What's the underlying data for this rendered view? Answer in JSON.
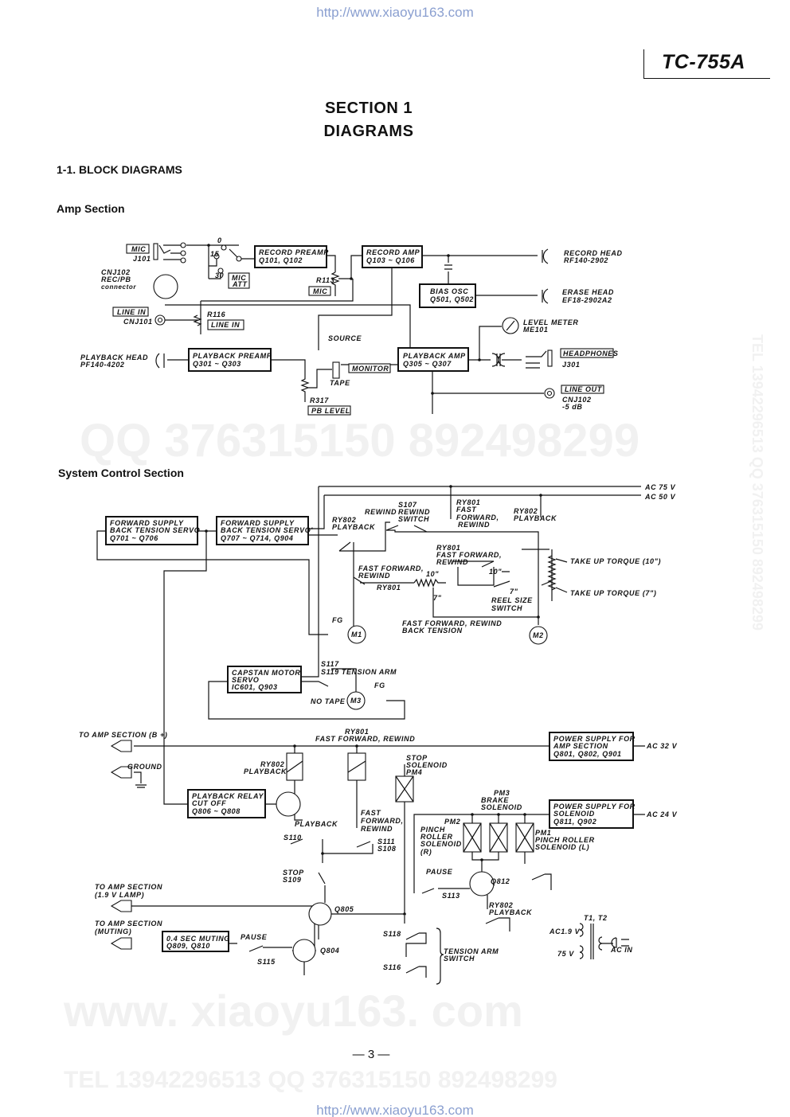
{
  "header": {
    "url_top": "http://www.xiaoyu163.com",
    "model": "TC-755A",
    "section": "SECTION 1",
    "title": "DIAGRAMS",
    "subsection": "1-1.  BLOCK DIAGRAMS",
    "page_number": "—  3  —",
    "url_bottom": "http://www.xiaoyu163.com"
  },
  "watermarks": {
    "top": "QQ 376315150    892498299",
    "middle": "TEL 13942296513   QQ 376315150   892498299",
    "bottom": "www. xiaoyu163. com",
    "side": "TEL 13942296513  QQ 376315150  892498299"
  },
  "amp": {
    "heading": "Amp Section",
    "blocks": {
      "record_preamp": [
        "RECORD PREAMP",
        "Q101, Q102"
      ],
      "record_amp": [
        "RECORD AMP",
        "Q103 ~ Q106"
      ],
      "bias_osc": [
        "BIAS OSC",
        "Q501, Q502"
      ],
      "playback_preamp": [
        "PLAYBACK PREAMP",
        "Q301 ~ Q303"
      ],
      "playback_amp": [
        "PLAYBACK AMP",
        "Q305 ~ Q307"
      ]
    },
    "controls": {
      "mic": "MIC",
      "mic_att": [
        "MIC",
        "ATT"
      ],
      "r113_mic": "MIC",
      "line_in": "LINE IN",
      "r116_line_in": "LINE IN",
      "monitor": "MONITOR",
      "pb_level": "PB LEVEL",
      "headphones": "HEADPHONES",
      "line_out": "LINE OUT"
    },
    "labels": {
      "j101": "J101",
      "cnj102": [
        "CNJ102",
        "REC/PB",
        "connector"
      ],
      "cnj101": "CNJ101",
      "att_0": "0",
      "att_15": "15",
      "att_30": "30",
      "r113": "R113",
      "r116": "R116",
      "record_head": [
        "RECORD HEAD",
        "RF140-2902"
      ],
      "erase_head": [
        "ERASE HEAD",
        "EF18-2902A2"
      ],
      "level_meter": [
        "LEVEL METER",
        "ME101"
      ],
      "source": "SOURCE",
      "tape": "TAPE",
      "playback_head": [
        "PLAYBACK HEAD",
        "PF140-4202"
      ],
      "r317": "R317",
      "j301": "J301",
      "line_out_jack": [
        "CNJ102",
        "-5 dB"
      ]
    }
  },
  "system": {
    "heading": "System Control Section",
    "blocks": {
      "fwd_servo_1": [
        "FORWARD SUPPLY",
        "BACK TENSION SERVO",
        "Q701 ~ Q706"
      ],
      "fwd_servo_2": [
        "FORWARD SUPPLY",
        "BACK TENSION SERVO'",
        "Q707 ~ Q714, Q904"
      ],
      "capstan": [
        "CAPSTAN MOTOR",
        "SERVO",
        "IC601, Q903"
      ],
      "ps_amp": [
        "POWER SUPPLY FOR",
        "AMP SECTION",
        "Q801, Q802, Q901"
      ],
      "pb_relay_cutoff": [
        "PLAYBACK RELAY",
        "CUT OFF",
        "Q806 ~ Q808"
      ],
      "ps_solenoid": [
        "POWER SUPPLY FOR",
        "SOLENOID",
        "Q811, Q902"
      ],
      "muting": [
        "0.4 SEC MUTING",
        "Q809, Q810"
      ]
    },
    "labels": {
      "ac75": "AC 75 V",
      "ac50": "AC 50 V",
      "ac32": "AC 32 V",
      "ac24": "AC 24 V",
      "ry802_pb_1": [
        "RY802",
        "PLAYBACK"
      ],
      "rewind": "REWIND",
      "s107": [
        "S107",
        "REWIND",
        "SWITCH"
      ],
      "ry801_top": [
        "RY801",
        "FAST",
        "FORWARD,",
        "REWIND"
      ],
      "ry802_pb_2": [
        "RY802",
        "PLAYBACK"
      ],
      "ry801_mid": [
        "RY801",
        "FAST FORWARD,",
        "REWIND"
      ],
      "ffrew": [
        "FAST FORWARD,",
        "REWIND"
      ],
      "ry801_low": "RY801",
      "reel_10a": "10\"",
      "reel_7a": "7\"",
      "reel_10b": "10\"",
      "reel_7b": "7\"",
      "reel_size": [
        "REEL SIZE",
        "SWITCH"
      ],
      "tut10": "TAKE UP TORQUE (10\")",
      "tut7": "TAKE UP TORQUE (7\")",
      "ffrew_bt": [
        "FAST FORWARD, REWIND",
        "BACK TENSION"
      ],
      "fg1": "FG",
      "m1": "M1",
      "m2": "M2",
      "s117": "S117",
      "s119": "S119 TENSION ARM",
      "fg2": "FG",
      "no_tape": "NO TAPE",
      "m3": "M3",
      "to_amp_b": "TO AMP SECTION (B +)",
      "ry801_bus": [
        "RY801",
        "FAST FORWARD, REWIND"
      ],
      "ground": "GROUND",
      "ry802_coil": [
        "RY802",
        "PLAYBACK"
      ],
      "stop_sol": [
        "STOP",
        "SOLENOID",
        "PM4"
      ],
      "pm3": [
        "PM3",
        "BRAKE",
        "SOLENOID"
      ],
      "ffrew_sw": [
        "FAST",
        "FORWARD,",
        "REWIND"
      ],
      "playback": "PLAYBACK",
      "s110": "S110",
      "s111": [
        "S111",
        "S108"
      ],
      "pm2": "PM2",
      "pinch_r": [
        "PINCH",
        "ROLLER",
        "SOLENOID",
        "(R)"
      ],
      "pm1": [
        "PM1",
        "PINCH ROLLER",
        "SOLENOID (L)"
      ],
      "stop": [
        "STOP",
        "S109"
      ],
      "pause_1": "PAUSE",
      "q812": "Q812",
      "s113": "S113",
      "to_amp_lamp": [
        "TO AMP SECTION",
        "(1.9 V LAMP)"
      ],
      "q805": "Q805",
      "ry802_sw": [
        "RY802",
        "PLAYBACK"
      ],
      "t1t2": "T1, T2",
      "ac19": "AC1.9 V",
      "v75": "75 V",
      "ac_in": "AC IN",
      "to_amp_mute": [
        "TO AMP SECTION",
        "(MUTING)"
      ],
      "pause_2": "PAUSE",
      "s118": "S118",
      "tension_arm_sw": [
        "TENSION ARM",
        "SWITCH"
      ],
      "q804": "Q804",
      "s115": "S115",
      "s116": "S116"
    }
  }
}
